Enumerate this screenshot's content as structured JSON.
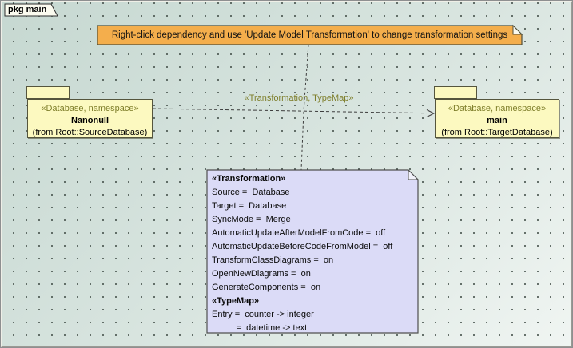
{
  "frame": {
    "tab_label": "pkg main"
  },
  "callout": {
    "text": "Right-click dependency and use 'Update Model Transformation' to change transformation settings"
  },
  "packages": [
    {
      "stereotype": "«Database, namespace»",
      "name": "Nanonull",
      "from": "(from Root::SourceDatabase)"
    },
    {
      "stereotype": "«Database, namespace»",
      "name": "main",
      "from": "(from Root::TargetDatabase)"
    }
  ],
  "dependency": {
    "label": "«Transformation, TypeMap»"
  },
  "note": {
    "lines": [
      "«Transformation»",
      "Source =  Database",
      "Target =  Database",
      "SyncMode =  Merge",
      "AutomaticUpdateAfterModelFromCode =  off",
      "AutomaticUpdateBeforeCodeFromModel =  off",
      "TransformClassDiagrams =  on",
      "OpenNewDiagrams =  on",
      "GenerateComponents =  on",
      "«TypeMap»",
      "Entry =  counter -> integer",
      "          =  datetime -> text"
    ]
  },
  "colors": {
    "chrome": "#d5d1c9",
    "bg_top": "#c6d8d1",
    "bg_bottom": "#f0f5f2",
    "dot": "#47534d",
    "tab_fill": "#fbfbef",
    "package_fill": "#fcf9c0",
    "package_border": "#55553d",
    "callout_fill": "#f4ae4c",
    "note_fill": "#dbdbf7",
    "note_border": "#4f4f4f",
    "stereotype": "#7e7e2a",
    "line": "#3d3d3d"
  }
}
